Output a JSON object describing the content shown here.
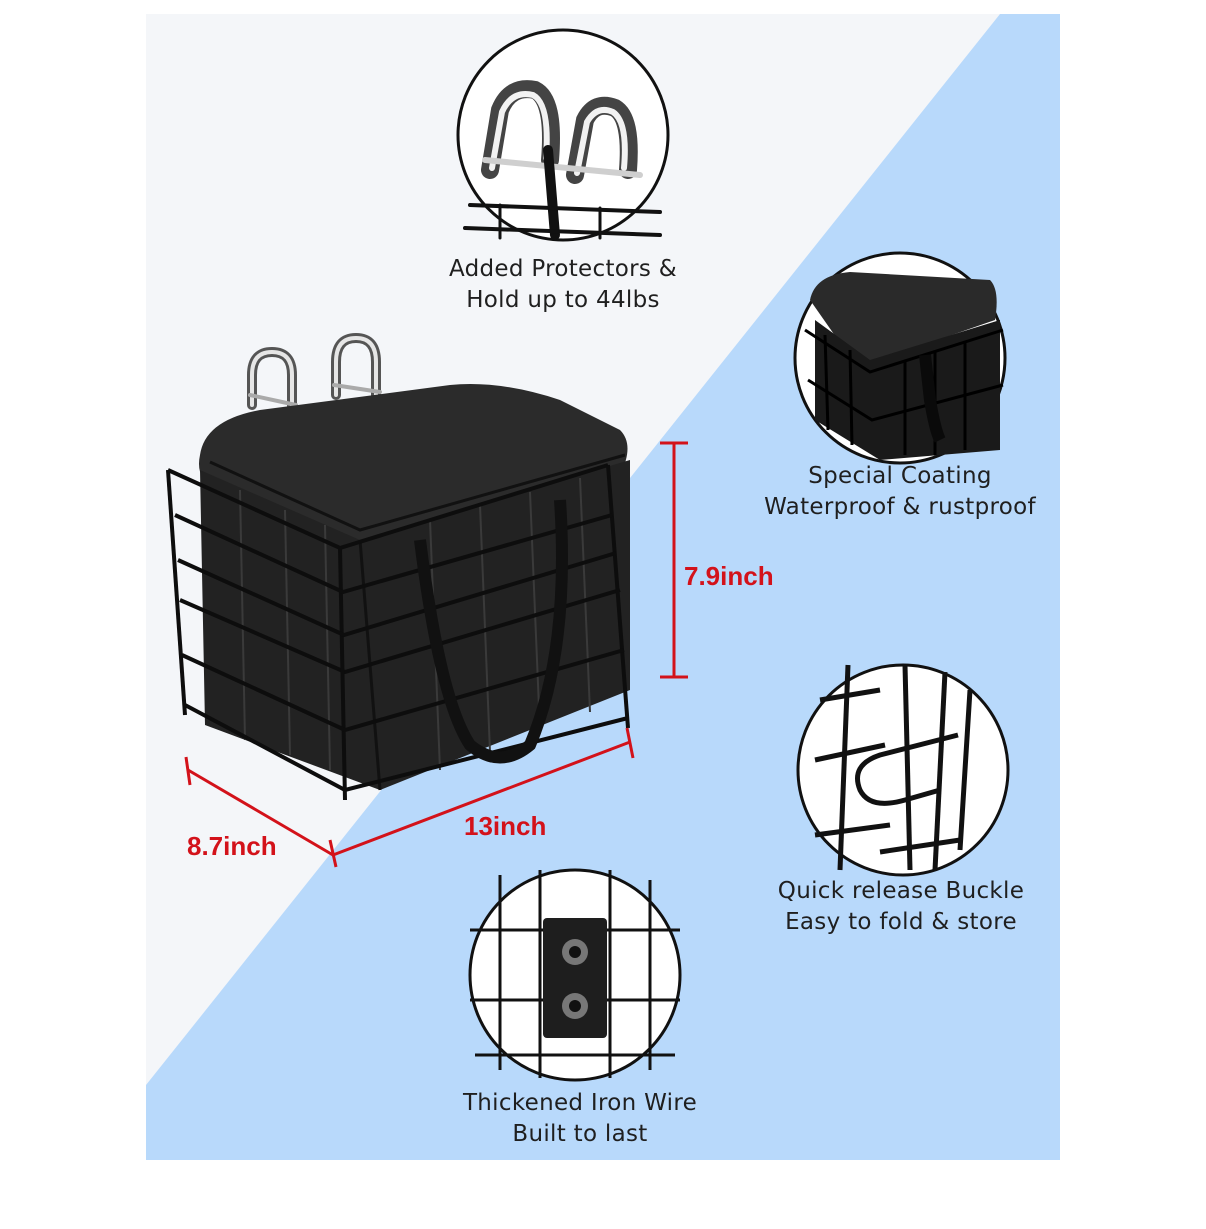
{
  "colors": {
    "background": "#ffffff",
    "panel_light": "#f4f6f9",
    "panel_blue": "#b8d9fb",
    "dimension_red": "#d3121a",
    "caption_text": "#1f1f1f"
  },
  "features": [
    {
      "icon": "hook-protector-icon",
      "line1": "Added Protectors &",
      "line2": "Hold up to 44lbs"
    },
    {
      "icon": "coated-basket-corner-icon",
      "line1": "Special Coating",
      "line2": "Waterproof & rustproof"
    },
    {
      "icon": "quick-release-buckle-icon",
      "line1": "Quick release Buckle",
      "line2": "Easy to fold & store"
    },
    {
      "icon": "iron-wire-plate-icon",
      "line1": "Thickened Iron Wire",
      "line2": "Built to last"
    }
  ],
  "dimensions": {
    "height": "7.9inch",
    "width": "13inch",
    "depth": "8.7inch"
  },
  "product": {
    "icon": "basket-with-bag-icon"
  }
}
